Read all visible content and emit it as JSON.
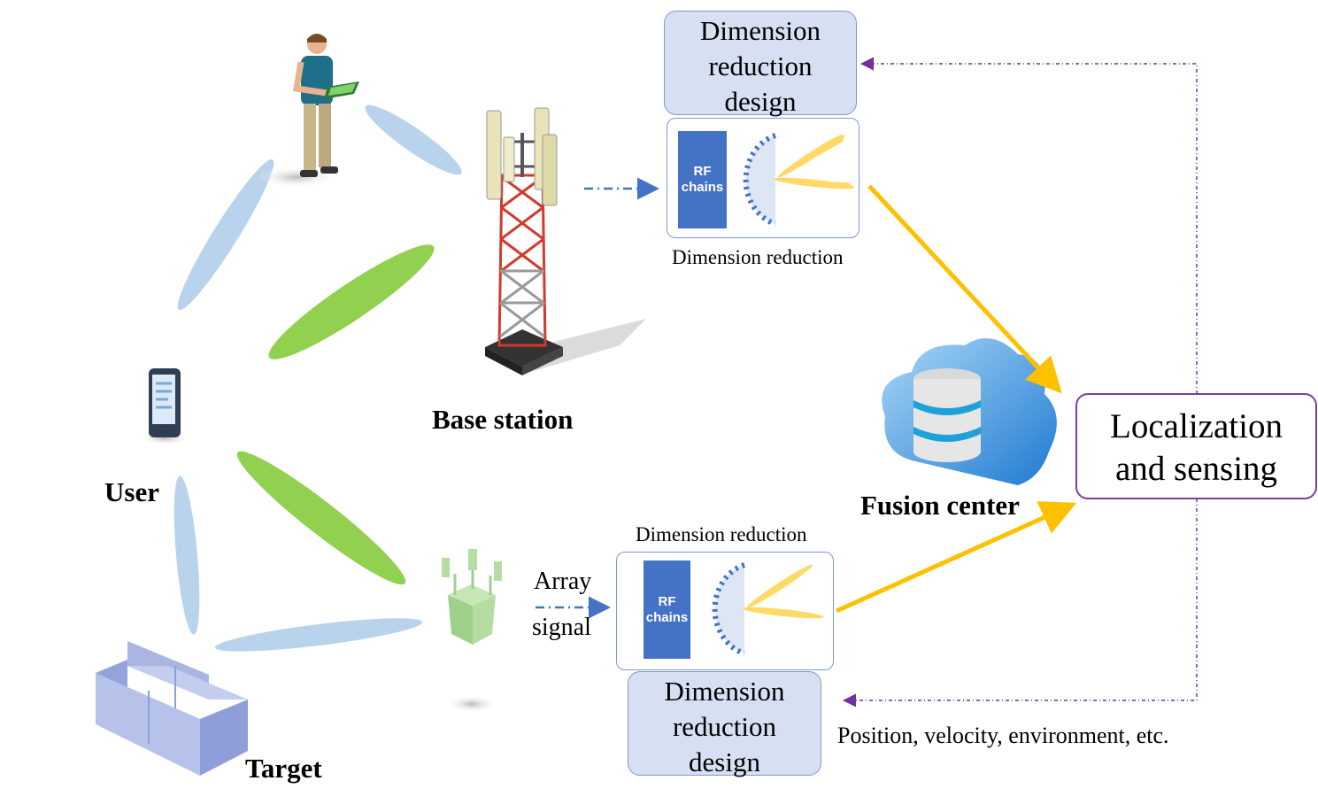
{
  "labels": {
    "user": "User",
    "base_station": "Base station",
    "target": "Target",
    "fusion_center": "Fusion center",
    "array_signal_line1": "Array",
    "array_signal_line2": "signal",
    "dim_reduction_top": "Dimension reduction",
    "dim_reduction_bottom": "Dimension reduction",
    "output_note": "Position, velocity, environment, etc."
  },
  "design_box_top": {
    "line1": "Dimension",
    "line2": "reduction",
    "line3": "design"
  },
  "design_box_bottom": {
    "line1": "Dimension",
    "line2": "reduction",
    "line3": "design"
  },
  "rf_module_top": {
    "line1": "RF",
    "line2": "chains"
  },
  "rf_module_bottom": {
    "line1": "RF",
    "line2": "chains"
  },
  "localization_box": {
    "line1": "Localization",
    "line2": "and sensing"
  },
  "colors": {
    "beam_blue": "#b9d3ec",
    "beam_green": "#92d050",
    "rf_blue": "#4472c4",
    "arrow_yellow": "#ffc000",
    "feedback_purple": "#7030a0",
    "dashed_blue": "#4472c4",
    "box_fill": "#d6e0f2",
    "box_border": "#7e99cf"
  }
}
